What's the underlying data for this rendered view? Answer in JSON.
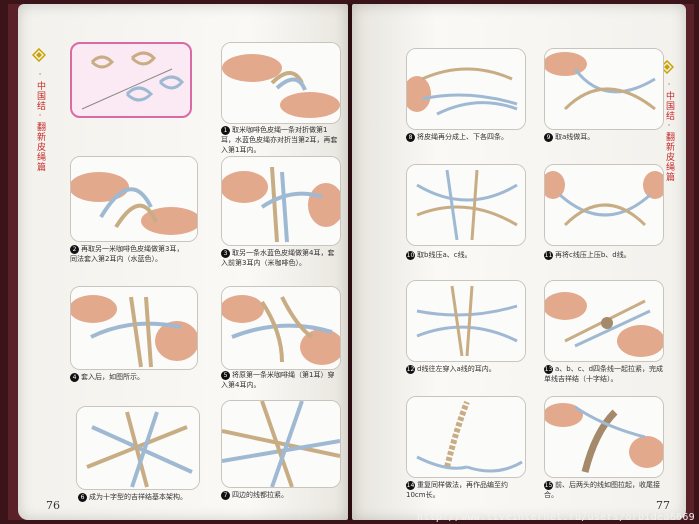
{
  "left_page": {
    "side_label": "·中国结·翻新皮绳篇",
    "page_number": "76",
    "steps": [
      {
        "num": "",
        "caption": ""
      },
      {
        "num": "1",
        "caption": "取米咖啡色皮绳一条对折做第1耳，水蓝色皮绳亦对折当第2耳，再套入第1耳内。"
      },
      {
        "num": "2",
        "caption": "再取另一米咖啡色皮绳做第3耳，同法套入第2耳内（水蓝色）。"
      },
      {
        "num": "3",
        "caption": "取另一条水蓝色皮绳做第4耳，套入前第3耳内（米咖啡色）。"
      },
      {
        "num": "4",
        "caption": "套入后，如图所示。"
      },
      {
        "num": "5",
        "caption": "将原第一条米咖啡绳（第1耳）穿入第4耳内。"
      },
      {
        "num": "6",
        "caption": "成为十字型的吉祥结基本架构。"
      },
      {
        "num": "7",
        "caption": "四边的线都拉紧。"
      }
    ]
  },
  "right_page": {
    "side_label": "·中国结·翻新皮绳篇",
    "page_number": "77",
    "steps": [
      {
        "num": "8",
        "caption": "将皮绳再分成上、下各四条。"
      },
      {
        "num": "9",
        "caption": "取a线做耳。"
      },
      {
        "num": "10",
        "caption": "取b线压a、c线。"
      },
      {
        "num": "11",
        "caption": "再将c线压上压b、d线。"
      },
      {
        "num": "12",
        "caption": "d线往左穿入a线的耳内。"
      },
      {
        "num": "13",
        "caption": "a、b、c、d四条线一起拉紧，完成单线吉祥结（十字结）。"
      },
      {
        "num": "14",
        "caption": "重复同样做法，再作品编至约10cm长。"
      },
      {
        "num": "15",
        "caption": "前、后两头的线如图拉起，收尾接合。"
      }
    ]
  },
  "watermark": "http://www.liveinternet.ru/users/orbidea6669",
  "colors": {
    "accent_red": "#c62a2a",
    "cord_tan": "#c8ad84",
    "cord_blue": "#9fb9d3",
    "skin": "#e2a98c"
  }
}
